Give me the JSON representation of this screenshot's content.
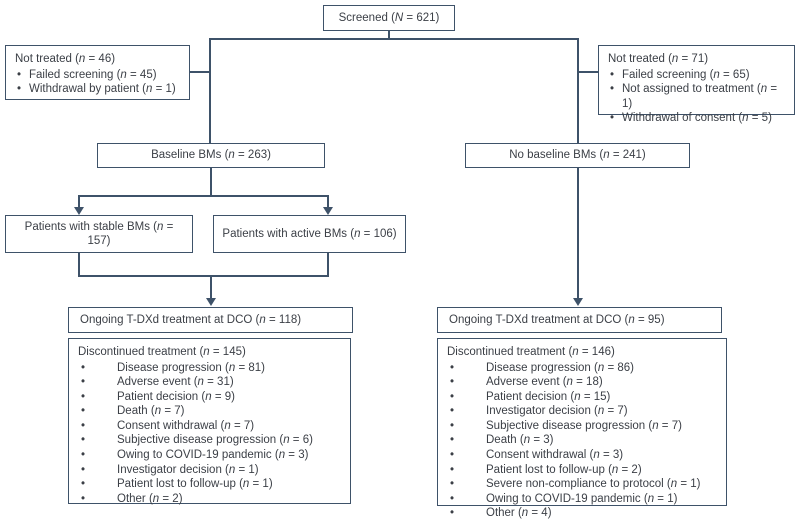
{
  "colors": {
    "border": "#3e5269",
    "text": "#3b3f46",
    "background": "#ffffff"
  },
  "diagram": {
    "screened": {
      "label": "Screened (N = 621)"
    },
    "not_treated_left": {
      "title": "Not treated (n = 46)",
      "items": [
        "Failed screening (n = 45)",
        "Withdrawal by patient (n = 1)"
      ]
    },
    "not_treated_right": {
      "title": "Not treated (n = 71)",
      "items": [
        "Failed screening (n = 65)",
        "Not assigned to treatment (n = 1)",
        "Withdrawal of consent (n = 5)"
      ]
    },
    "baseline_bms": {
      "label": "Baseline BMs (n = 263)"
    },
    "no_baseline_bms": {
      "label": "No baseline BMs (n = 241)"
    },
    "stable_bms": {
      "label": "Patients with stable BMs (n = 157)"
    },
    "active_bms": {
      "label": "Patients with active BMs (n = 106)"
    },
    "ongoing_left": {
      "label": "Ongoing T-DXd treatment at DCO (n = 118)"
    },
    "ongoing_right": {
      "label": "Ongoing T-DXd treatment at DCO (n = 95)"
    },
    "discontinued_left": {
      "title": "Discontinued treatment (n = 145)",
      "items": [
        "Disease progression (n = 81)",
        "Adverse event (n = 31)",
        "Patient decision (n = 9)",
        "Death (n = 7)",
        "Consent withdrawal (n = 7)",
        "Subjective disease progression (n = 6)",
        "Owing to COVID-19 pandemic (n = 3)",
        "Investigator decision (n = 1)",
        "Patient lost to follow-up (n = 1)",
        "Other (n = 2)"
      ]
    },
    "discontinued_right": {
      "title": "Discontinued treatment (n = 146)",
      "items": [
        "Disease progression (n = 86)",
        "Adverse event (n = 18)",
        "Patient decision (n = 15)",
        "Investigator decision (n = 7)",
        "Subjective disease progression (n = 7)",
        "Death (n = 3)",
        "Consent withdrawal (n = 3)",
        "Patient lost to follow-up (n = 2)",
        "Severe non-compliance to protocol (n = 1)",
        "Owing to COVID-19 pandemic (n = 1)",
        "Other (n = 4)"
      ]
    }
  }
}
